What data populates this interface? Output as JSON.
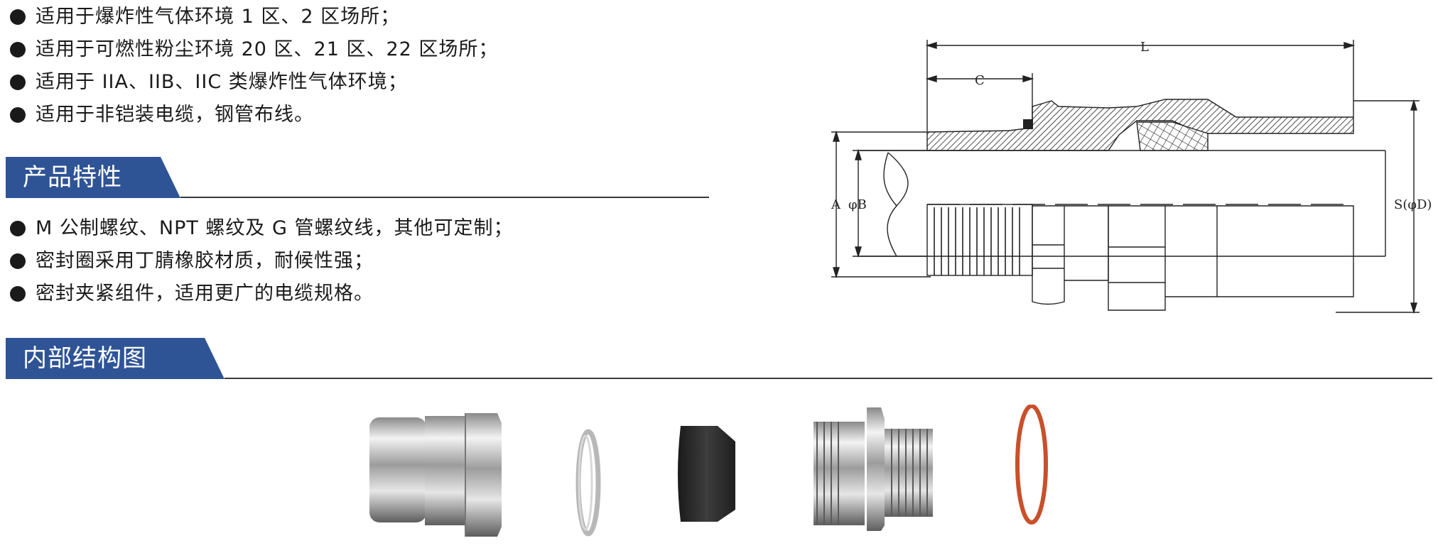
{
  "features_top": [
    "适用于爆炸性气体环境 1 区、2 区场所；",
    "适用于可燃性粉尘环境 20 区、21 区、22 区场所；",
    "适用于 IIA、IIB、IIC 类爆炸性气体环境；",
    "适用于非铠装电缆，钢管布线。"
  ],
  "section_characteristics": "产品特性",
  "features_bottom": [
    "M 公制螺纹、NPT 螺纹及 G 管螺纹线，其他可定制；",
    "密封圈采用丁腈橡胶材质，耐候性强；",
    "密封夹紧组件，适用更广的电缆规格。"
  ],
  "section_structure": "内部结构图",
  "diagram_labels": {
    "L": "L",
    "C": "C",
    "A": "A",
    "B": "φB",
    "S": "S(φD)"
  },
  "colors": {
    "section_blue": "#2f5496",
    "oring": "#c8502a",
    "seal_rubber": "#2a2a2a"
  }
}
